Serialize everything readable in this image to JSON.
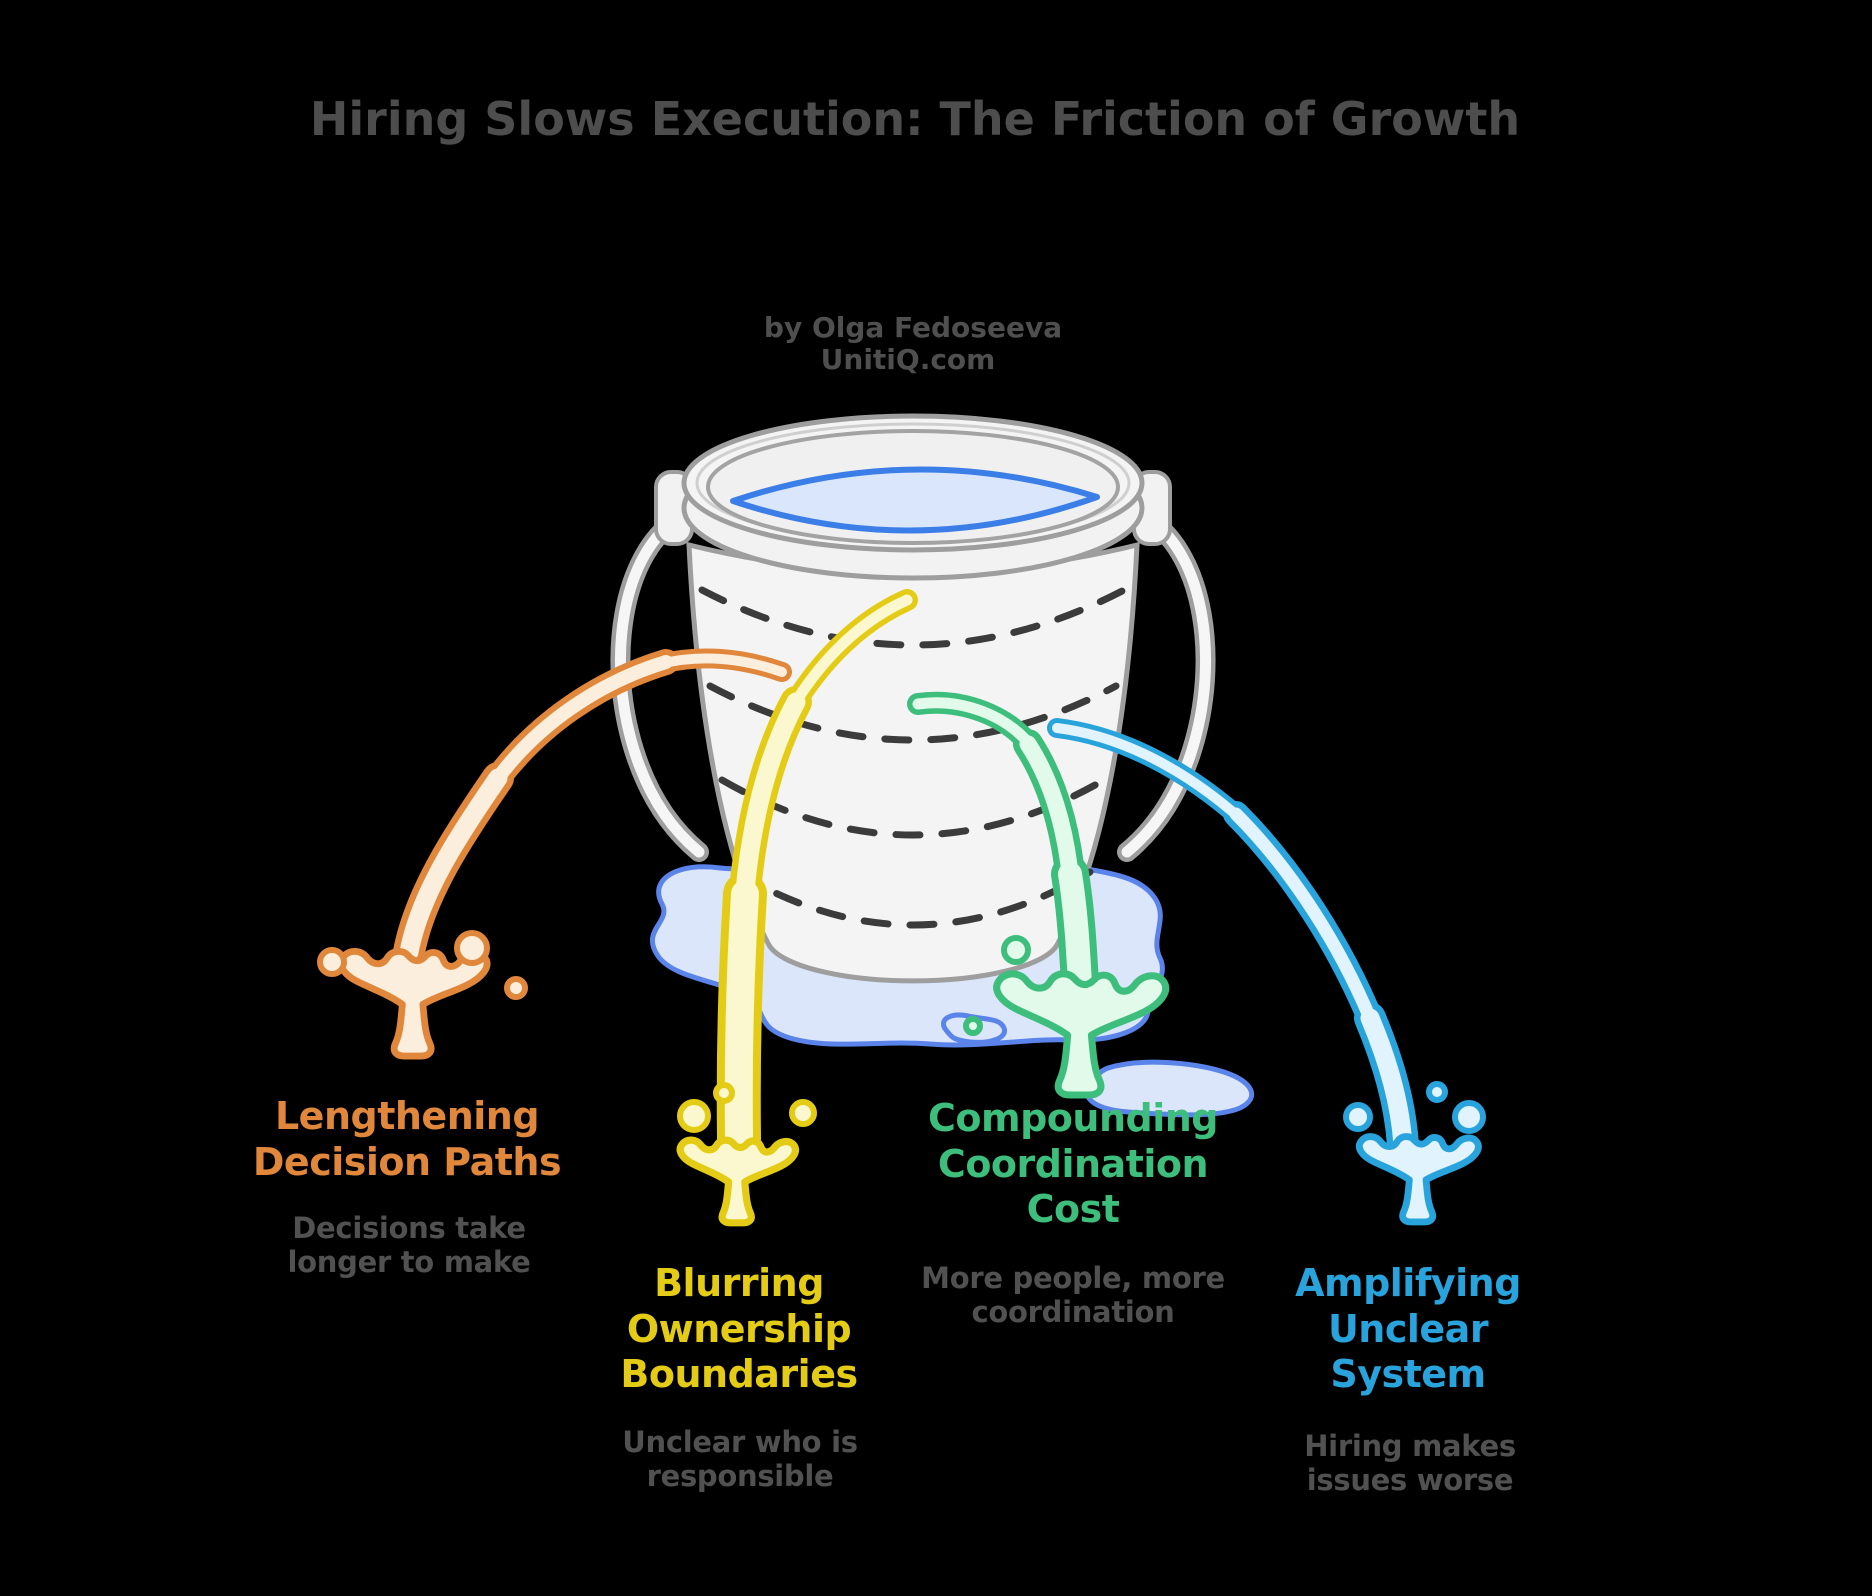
{
  "meta": {
    "background_color": "#000000",
    "type": "infographic-diagram",
    "subject": "leaky bucket metaphor"
  },
  "title": {
    "text": "Hiring Slows Execution: The Friction of Growth",
    "color": "#4D4D4D"
  },
  "attribution": {
    "author_line": "by Olga Fedoseeva",
    "site_line": "UnitiQ.com",
    "color": "#4F4F4F"
  },
  "bucket": {
    "body_fill": "#F4F4F4",
    "outline_color": "#9E9E9E",
    "water_fill": "#D9E6FC",
    "water_outline": "#3C7EE8",
    "puddle_fill": "#DBE6FB",
    "puddle_outline": "#5B84EA",
    "level_line_color": "#3B3B3B"
  },
  "leaks": [
    {
      "id": "lengthening-decision-paths",
      "label": "Lengthening\nDecision Paths",
      "description": "Decisions take\nlonger to make",
      "color": "#E0873B",
      "stream_fill": "#FBEEDC"
    },
    {
      "id": "blurring-ownership-boundaries",
      "label": "Blurring\nOwnership\nBoundaries",
      "description": "Unclear who is\nresponsible",
      "color": "#E4CC16",
      "stream_fill": "#FBF8CF"
    },
    {
      "id": "compounding-coordination-cost",
      "label": "Compounding\nCoordination\nCost",
      "description": "More people, more\ncoordination",
      "color": "#3EBE7C",
      "stream_fill": "#E1FAEA"
    },
    {
      "id": "amplifying-unclear-system",
      "label": "Amplifying\nUnclear\nSystem",
      "description": "Hiring makes\nissues worse",
      "color": "#29A3DC",
      "stream_fill": "#E1F3FC"
    }
  ],
  "description_text_color": "#515151"
}
